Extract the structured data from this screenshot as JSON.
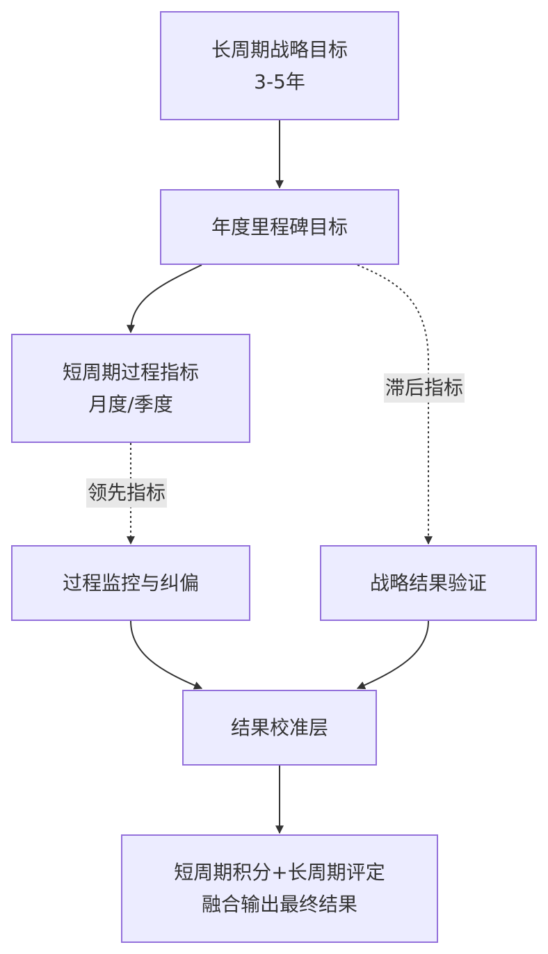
{
  "nodes": {
    "long_term_goal": {
      "line1": "长周期战略目标",
      "line2": "3-5年"
    },
    "annual_milestone": {
      "line1": "年度里程碑目标"
    },
    "short_term_metrics": {
      "line1": "短周期过程指标",
      "line2": "月度/季度"
    },
    "process_monitoring": {
      "line1": "过程监控与纠偏"
    },
    "strategy_validation": {
      "line1": "战略结果验证"
    },
    "calibration_layer": {
      "line1": "结果校准层"
    },
    "final_output": {
      "line1": "短周期积分+长周期评定",
      "line2": "融合输出最终结果"
    }
  },
  "edges": {
    "lagging_indicator": {
      "label": "滞后指标"
    },
    "leading_indicator": {
      "label": "领先指标"
    }
  },
  "colors": {
    "node_fill": "#ececff",
    "node_border": "#9370db",
    "edge": "#333333",
    "label_bg": "#e8e8e8"
  }
}
